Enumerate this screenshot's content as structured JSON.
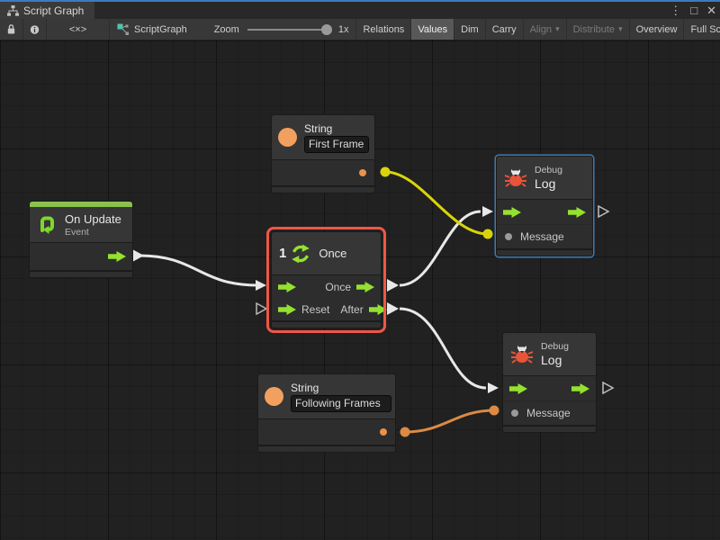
{
  "window": {
    "tab_title": "Script Graph",
    "controls": {
      "menu_glyph": "⋮",
      "maximize_glyph": "□",
      "close_glyph": "✕"
    }
  },
  "toolbar": {
    "code_icon_glyph": "<×>",
    "graph_name": "ScriptGraph",
    "zoom_label": "Zoom",
    "zoom_value": "1x",
    "dropdown_glyph": "▾",
    "buttons": [
      {
        "label": "Relations",
        "state": "normal"
      },
      {
        "label": "Values",
        "state": "active"
      },
      {
        "label": "Dim",
        "state": "normal"
      },
      {
        "label": "Carry",
        "state": "normal"
      },
      {
        "label": "Align",
        "state": "disabled",
        "dropdown": true
      },
      {
        "label": "Distribute",
        "state": "disabled",
        "dropdown": true
      },
      {
        "label": "Overview",
        "state": "normal"
      },
      {
        "label": "Full Screen",
        "state": "normal"
      }
    ]
  },
  "colors": {
    "accent_blue": "#3c7bbd",
    "selection_red": "#ee5746",
    "highlight_blue": "#3d7ab5",
    "flow_green": "#94e22f",
    "event_bar_green": "#8bc34a",
    "event_icon_green": "#7fd62c",
    "string_orange": "#f2a05f",
    "port_orange": "#e9924c",
    "bug_red": "#e8543a",
    "wire_white": "#e8e8e8",
    "wire_yellow": "#d9d40a",
    "wire_orange": "#dd8a44",
    "gray_dot": "#9a9a9a"
  },
  "graph": {
    "nodes": {
      "on_update": {
        "title": "On Update",
        "subtitle": "Event"
      },
      "string_top": {
        "title": "String",
        "value": "First Frame"
      },
      "once": {
        "number": "1",
        "title": "Once",
        "port_once": "Once",
        "port_reset": "Reset",
        "port_after": "After"
      },
      "string_bottom": {
        "title": "String",
        "value": "Following Frames"
      },
      "debug_top": {
        "kind": "Debug",
        "title": "Log",
        "message_label": "Message"
      },
      "debug_bottom": {
        "kind": "Debug",
        "title": "Log",
        "message_label": "Message"
      }
    },
    "wires": [
      {
        "id": "on-update-to-once",
        "from": "on-update.trigger",
        "to": "once.enter",
        "color": "#e8e8e8"
      },
      {
        "id": "once-to-debug-top",
        "from": "once.once",
        "to": "debug-log-top.enter",
        "color": "#e8e8e8"
      },
      {
        "id": "once-after-to-debug-bottom",
        "from": "once.after",
        "to": "debug-log-bottom.enter",
        "color": "#e8e8e8"
      },
      {
        "id": "string-top-to-message",
        "from": "string-top.value",
        "to": "debug-log-top.message",
        "color": "#d9d40a"
      },
      {
        "id": "string-bottom-to-message",
        "from": "string-bottom.value",
        "to": "debug-log-bottom.message",
        "color": "#dd8a44"
      }
    ]
  }
}
